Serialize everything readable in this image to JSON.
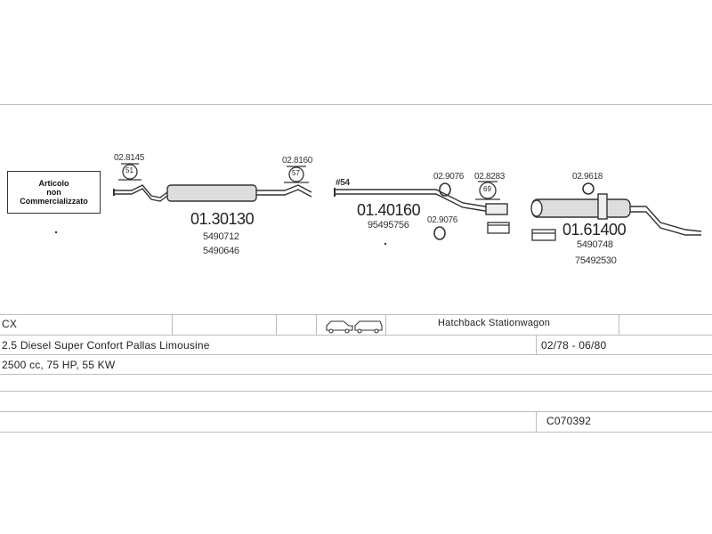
{
  "notice": {
    "line1": "Articolo",
    "line2": "non",
    "line3": "Commercializzato"
  },
  "parts": {
    "clamp_a": "02.8145",
    "clamp_a_badge": "51",
    "clamp_b": "02.8160",
    "clamp_b_badge": "57",
    "pos_label": "#54",
    "seal_a": "02.9076",
    "seal_b": "02.9076",
    "clamp_c": "02.8283",
    "clamp_c_badge": "69",
    "clamp_d": "02.9618",
    "front_pipe": {
      "code": "01.30130",
      "ref1": "5490712",
      "ref2": "5490646"
    },
    "mid_pipe": {
      "code": "01.40160",
      "ref1": "95495756"
    },
    "rear_box": {
      "code": "01.61400",
      "ref1": "5490748",
      "ref2": "75492530"
    }
  },
  "vehicle": {
    "model": "CX",
    "body_types": "Hatchback Stationwagon",
    "engine": "2.5 Diesel Super Confort Pallas Limousine",
    "period": "02/78 - 06/80",
    "specs": "2500 cc, 75 HP, 55 KW",
    "set_code": "C070392"
  }
}
